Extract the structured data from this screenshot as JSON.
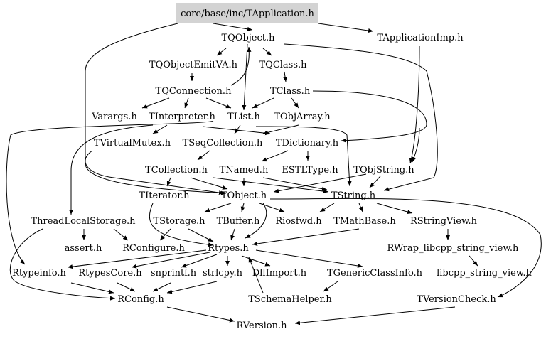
{
  "colors": {
    "root_fill": "#d3d3d3",
    "edge": "#000000",
    "text": "#000000"
  },
  "nodes": {
    "root": "core/base/inc/TApplication.h",
    "tqobject": "TQObject.h",
    "tapplicationimp": "TApplicationImp.h",
    "tqobjectemitva": "TQObjectEmitVA.h",
    "tqclass": "TQClass.h",
    "tqconnection": "TQConnection.h",
    "tclass": "TClass.h",
    "varargs": "Varargs.h",
    "tinterpreter": "TInterpreter.h",
    "tlist": "TList.h",
    "tobjarray": "TObjArray.h",
    "tvirtualmutex": "TVirtualMutex.h",
    "tseqcollection": "TSeqCollection.h",
    "tdictionary": "TDictionary.h",
    "tcollection": "TCollection.h",
    "tnamed": "TNamed.h",
    "estltype": "ESTLType.h",
    "tobjstring": "TObjString.h",
    "titerator": "TIterator.h",
    "tobject": "TObject.h",
    "tstring": "TString.h",
    "threadlocalstorage": "ThreadLocalStorage.h",
    "tstorage": "TStorage.h",
    "tbuffer": "TBuffer.h",
    "riosfwd": "Riosfwd.h",
    "tmathbase": "TMathBase.h",
    "rstringview": "RStringView.h",
    "assert": "assert.h",
    "rconfigure": "RConfigure.h",
    "rtypes": "Rtypes.h",
    "rwrap": "RWrap_libcpp_string_view.h",
    "rtypeinfo": "Rtypeinfo.h",
    "rtypescore": "RtypesCore.h",
    "snprintf": "snprintf.h",
    "strlcpy": "strlcpy.h",
    "dllimport": "DllImport.h",
    "tgenericclassinfo": "TGenericClassInfo.h",
    "libcpp": "libcpp_string_view.h",
    "rconfig": "RConfig.h",
    "tschemahelper": "TSchemaHelper.h",
    "tversioncheck": "TVersionCheck.h",
    "rversion": "RVersion.h"
  }
}
